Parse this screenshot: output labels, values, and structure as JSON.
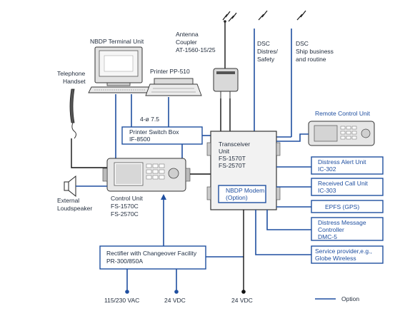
{
  "labels": {
    "nbdp_terminal": "NBDP Terminal Unit",
    "antenna_coupler": [
      "Antenna",
      "Coupler",
      "AT-1560-15/25"
    ],
    "dsc_distress": [
      "DSC",
      "Distres/",
      "Safety"
    ],
    "dsc_ship": [
      "DSC",
      "Ship business",
      "and routine"
    ],
    "telephone_handset": [
      "Telephone",
      "Handset"
    ],
    "printer": "Printer PP-510",
    "cable_spec": "4-ø 7.5",
    "printer_switch_box": [
      "Printer Switch Box",
      "IF-8500"
    ],
    "transceiver_unit": [
      "Transceiver",
      "Unit",
      "FS-1570T",
      "FS-2570T"
    ],
    "nbdp_modem": [
      "NBDP Modem",
      "(Option)"
    ],
    "remote_control_unit": "Remote Control Unit",
    "external_loudspeaker": [
      "External",
      "Loudspeaker"
    ],
    "control_unit": [
      "Control Unit",
      "FS-1570C",
      "FS-2570C"
    ],
    "rectifier": [
      "Rectifier with Changeover Facility",
      "PR-300/850A"
    ],
    "ac_supply": "115/230 VAC",
    "dc_supply_rectifier": "24 VDC",
    "dc_supply_transceiver": "24 VDC",
    "legend_option": "Option"
  },
  "option_boxes": [
    [
      "Distress Alert Unit",
      "IC-302"
    ],
    [
      "Received Call Unit",
      "IC-303"
    ],
    [
      "EPFS (GPS)"
    ],
    [
      "Distress Message",
      "Controller",
      "DMC-5"
    ],
    [
      "Service provider,e.g.,",
      "Globe Wireless"
    ]
  ],
  "colors": {
    "option_line": "#1f4fa0",
    "standard_line": "#111111"
  }
}
